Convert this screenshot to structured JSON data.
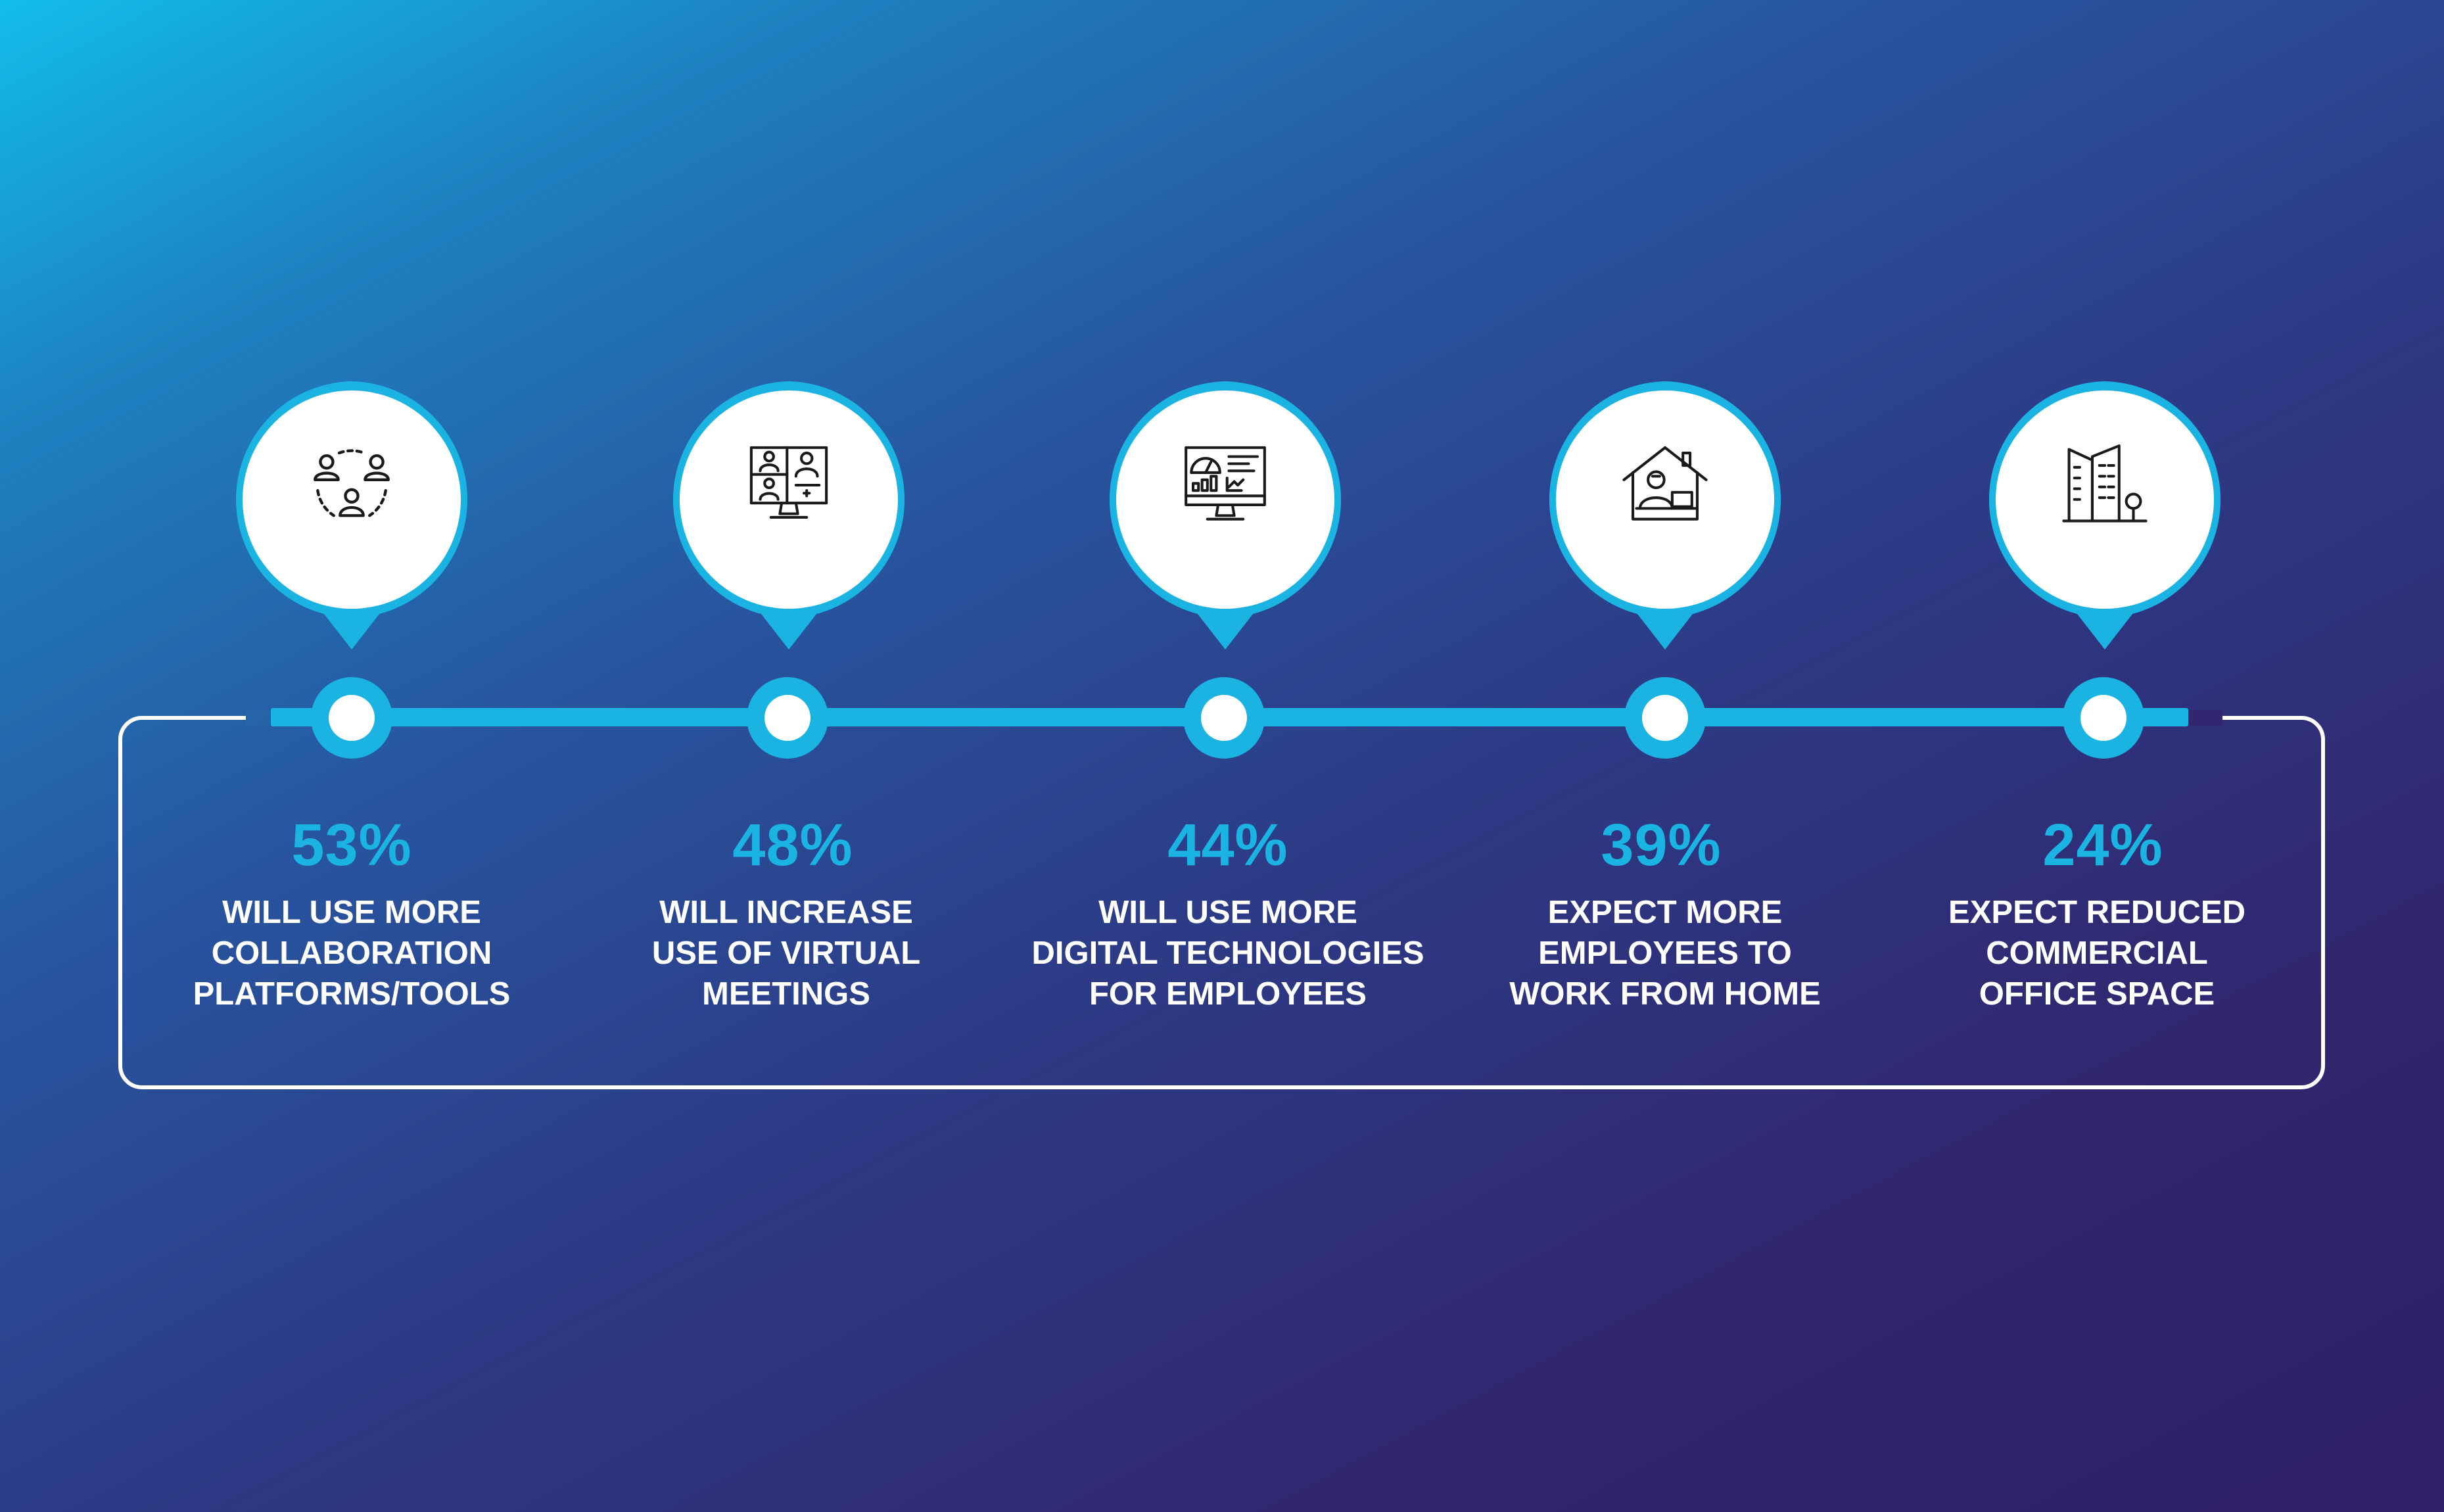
{
  "colors": {
    "accent": "#1bb3e2",
    "frame": "#ffffff",
    "icon_stroke": "#1a1a1a",
    "background_start": "#12bde9",
    "background_end": "#302068"
  },
  "stats": [
    {
      "value": "53%",
      "lines": [
        "WILL USE MORE",
        "COLLABORATION",
        "PLATFORMS/TOOLS"
      ],
      "icon": "team-collaboration-icon"
    },
    {
      "value": "48%",
      "lines": [
        "WILL INCREASE",
        "USE OF VIRTUAL",
        "MEETINGS"
      ],
      "icon": "video-conference-icon"
    },
    {
      "value": "44%",
      "lines": [
        "WILL USE MORE",
        "DIGITAL TECHNOLOGIES",
        "FOR EMPLOYEES"
      ],
      "icon": "dashboard-monitor-icon"
    },
    {
      "value": "39%",
      "lines": [
        "EXPECT MORE",
        "EMPLOYEES TO",
        "WORK FROM HOME"
      ],
      "icon": "work-from-home-icon"
    },
    {
      "value": "24%",
      "lines": [
        "EXPECT REDUCED",
        "COMMERCIAL",
        "OFFICE SPACE"
      ],
      "icon": "office-buildings-icon"
    }
  ]
}
